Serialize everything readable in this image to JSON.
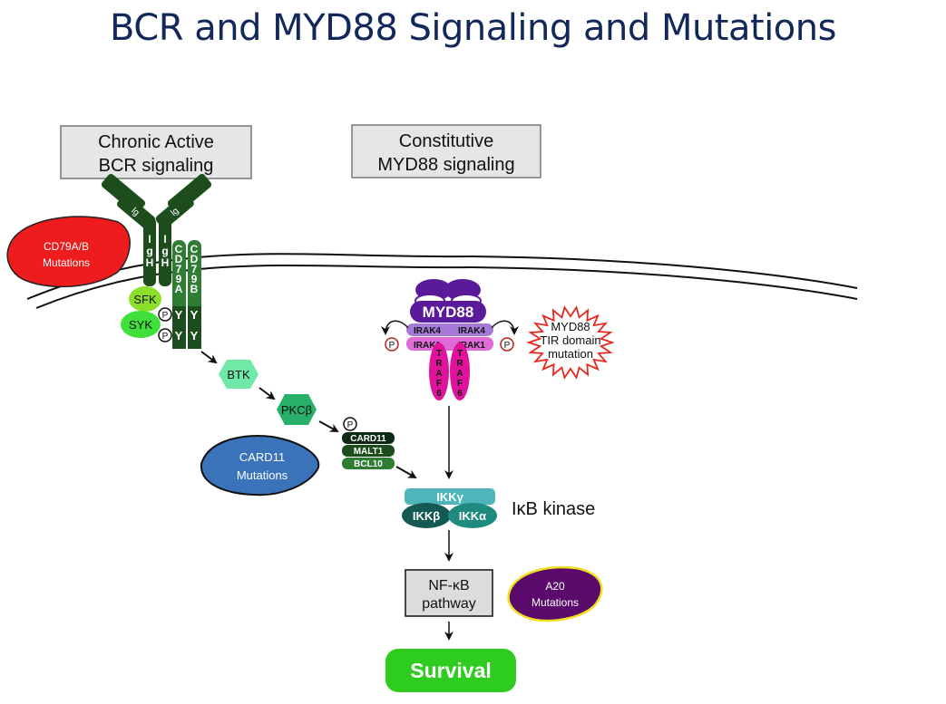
{
  "title": "BCR and MYD88 Signaling and Mutations",
  "headers": {
    "bcr": [
      "Chronic Active",
      "BCR signaling"
    ],
    "myd88": [
      "Constitutive",
      "MYD88 signaling"
    ]
  },
  "bcr_complex": {
    "heavy_chain_labels": [
      "I",
      "g",
      "H"
    ],
    "cd79a_letters": [
      "C",
      "D",
      "7",
      "9",
      "A"
    ],
    "cd79b_letters": [
      "C",
      "D",
      "7",
      "9",
      "B"
    ],
    "light_chain_label": "lg",
    "tyrosine": "Y",
    "phospho": "P"
  },
  "kinases": {
    "sfk": "SFK",
    "syk": "SYK",
    "btk": "BTK",
    "pkc": "PKCβ"
  },
  "cbm_complex": [
    "CARD11",
    "MALT1",
    "BCL10"
  ],
  "myd88_complex": {
    "myd88": "MYD88",
    "irak4": "IRAK4",
    "irak1": "IRAK1",
    "traf6_letters": [
      "T",
      "R",
      "A",
      "F",
      "6"
    ],
    "phospho": "P"
  },
  "ikk": {
    "gamma": "IKKγ",
    "beta": "IKKβ",
    "alpha": "IKKα",
    "label": "IκB kinase"
  },
  "nfkb": [
    "NF-κB",
    "pathway"
  ],
  "survival": "Survival",
  "mutations": {
    "cd79": {
      "lines": [
        "CD79A/B",
        "Mutations"
      ],
      "color": "#ee1c1c"
    },
    "card11": {
      "lines": [
        "CARD11",
        "Mutations"
      ],
      "color": "#3a73b9"
    },
    "myd88": {
      "lines": [
        "MYD88",
        "TIR domain",
        "mutation"
      ],
      "color": "#e8281e"
    },
    "a20": {
      "lines": [
        "A20",
        "Mutations"
      ],
      "color": "#5a0a6a"
    }
  },
  "colors": {
    "title": "#13285a",
    "dark_green": "#1d4d1d",
    "cd79_green": "#2e7d32",
    "survival": "#2ecc1e",
    "myd88_purple": "#5b1a9a",
    "irak4": "#a57ad6",
    "irak1": "#e06ad8",
    "traf6": "#e0129b",
    "ikk_gamma": "#4fb5bd",
    "ikk_beta": "#155a52",
    "ikk_alpha": "#1f8a7e"
  }
}
